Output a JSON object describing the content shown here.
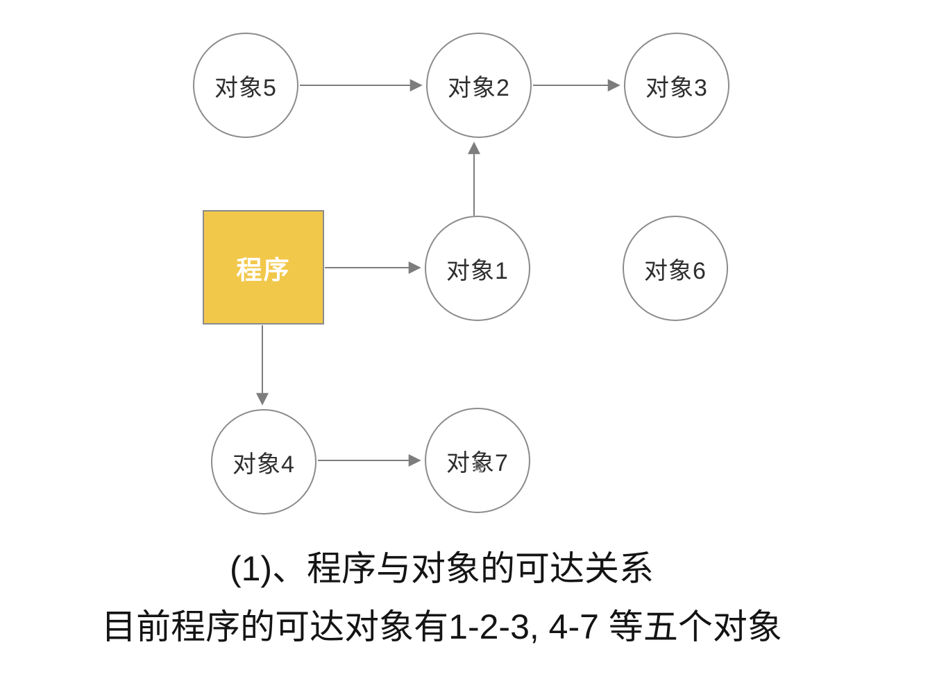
{
  "diagram": {
    "nodes": {
      "obj5": {
        "label": "对象5",
        "shape": "circle"
      },
      "obj2": {
        "label": "对象2",
        "shape": "circle"
      },
      "obj3": {
        "label": "对象3",
        "shape": "circle"
      },
      "program": {
        "label": "程序",
        "shape": "square"
      },
      "obj1": {
        "label": "对象1",
        "shape": "circle"
      },
      "obj6": {
        "label": "对象6",
        "shape": "circle"
      },
      "obj4": {
        "label": "对象4",
        "shape": "circle"
      },
      "obj7": {
        "label": "对象7",
        "shape": "circle"
      }
    },
    "edges": [
      {
        "from": "obj5",
        "to": "obj2"
      },
      {
        "from": "obj2",
        "to": "obj3"
      },
      {
        "from": "obj1",
        "to": "obj2"
      },
      {
        "from": "program",
        "to": "obj1"
      },
      {
        "from": "program",
        "to": "obj4"
      },
      {
        "from": "obj4",
        "to": "obj7"
      }
    ]
  },
  "captions": {
    "line1": "(1)、程序与对象的可达关系",
    "line2": "目前程序的可达对象有1-2-3, 4-7 等五个对象"
  },
  "colors": {
    "background": "#ffffff",
    "node_border": "#8b8b8b",
    "node_fill": "#ffffff",
    "node_text": "#2e2e2e",
    "arrow": "#7d7d7d",
    "program_fill": "#F2C84B",
    "program_text": "#ffffff",
    "caption_text": "#141414"
  }
}
